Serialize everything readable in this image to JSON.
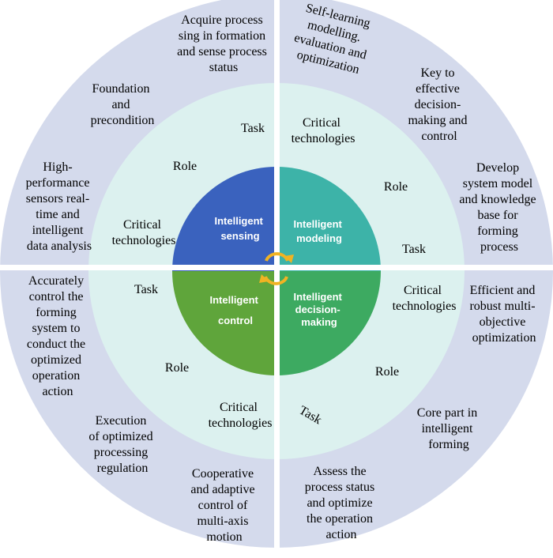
{
  "colors": {
    "outer_ring": "#D4DAEC",
    "inner_ring": "#DCF1EF",
    "divider": "#FFFFFF",
    "sensing": "#3A62BE",
    "modeling": "#3DB3A8",
    "control": "#5FA53B",
    "decision": "#3DAA61",
    "cycle_arrow": "#F0B323"
  },
  "quadrants": {
    "sensing": {
      "core_lines": [
        "Intelligent",
        "sensing"
      ],
      "labels": {
        "task": "Task",
        "role": "Role",
        "critical": [
          "Critical",
          "technologies"
        ]
      },
      "outer_texts": {
        "task": [
          "Acquire process",
          "sing in formation",
          "and sense process",
          "status"
        ],
        "role": [
          "Foundation",
          "and",
          "precondition"
        ],
        "critical": [
          "High-",
          "performance",
          "sensors real-",
          "time and",
          "intelligent",
          "data analysis"
        ]
      }
    },
    "modeling": {
      "core_lines": [
        "Intelligent",
        "modeling"
      ],
      "labels": {
        "critical": [
          "Critical",
          "technologies"
        ],
        "role": "Role",
        "task": "Task"
      },
      "outer_texts": {
        "critical": [
          "Self-learning",
          "modelling.",
          "evaluation and",
          "optimization"
        ],
        "role": [
          "Key to",
          "effective",
          "decision-",
          "making and",
          "control"
        ],
        "task": [
          "Develop",
          "system model",
          "and knowledge",
          "base for",
          "forming",
          "process"
        ]
      }
    },
    "control": {
      "core_lines": [
        "Intelligent",
        "control"
      ],
      "labels": {
        "task": "Task",
        "role": "Role",
        "critical": [
          "Critical",
          "technologies"
        ]
      },
      "outer_texts": {
        "task": [
          "Accurately",
          "control the",
          "forming",
          "system to",
          "conduct the",
          "optimized",
          "operation",
          "action"
        ],
        "role": [
          "Execution",
          "of optimized",
          "processing",
          "regulation"
        ],
        "critical": [
          "Cooperative",
          "and adaptive",
          "control of",
          "multi-axis",
          "motion"
        ]
      }
    },
    "decision": {
      "core_lines": [
        "Intelligent",
        "decision-",
        "making"
      ],
      "labels": {
        "critical": [
          "Critical",
          "technologies"
        ],
        "role": "Role",
        "task": "Task"
      },
      "outer_texts": {
        "critical": [
          "Efficient and",
          "robust multi-",
          "objective",
          "optimization"
        ],
        "role": [
          "Core part in",
          "intelligent",
          "forming"
        ],
        "task": [
          "Assess the",
          "process status",
          "and optimize",
          "the operation",
          "action"
        ]
      }
    }
  }
}
